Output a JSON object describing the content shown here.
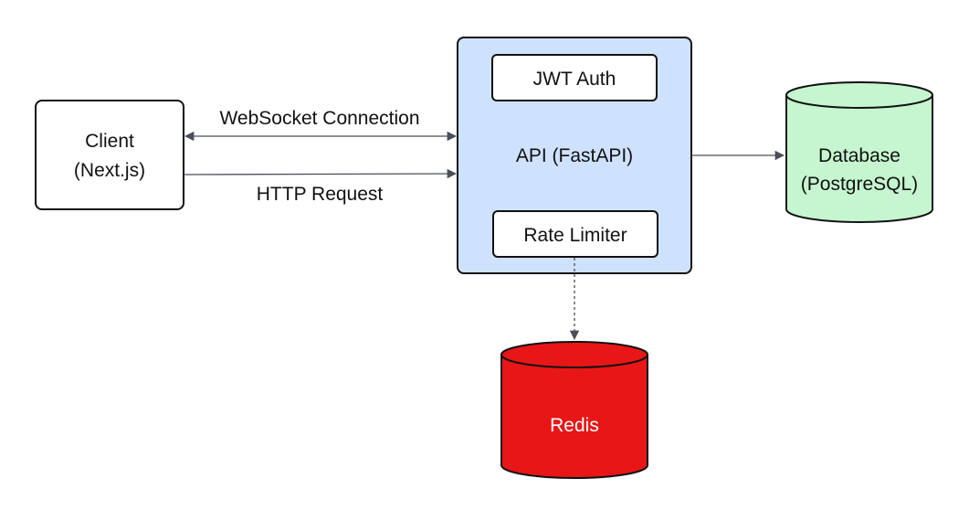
{
  "nodes": {
    "client": {
      "line1": "Client",
      "line2": "(Next.js)"
    },
    "api": {
      "label": "API (FastAPI)"
    },
    "jwt": {
      "label": "JWT Auth"
    },
    "rate_limiter": {
      "label": "Rate Limiter"
    },
    "database": {
      "line1": "Database",
      "line2": "(PostgreSQL)"
    },
    "redis": {
      "label": "Redis"
    }
  },
  "edges": {
    "websocket": {
      "label": "WebSocket Connection"
    },
    "http": {
      "label": "HTTP Request"
    }
  },
  "colors": {
    "api_fill": "#cfe2fd",
    "database_fill": "#c5f6cf",
    "redis_fill": "#e81616",
    "redis_text": "#ffffff",
    "stroke": "#111111",
    "edge": "#4a4f57"
  }
}
